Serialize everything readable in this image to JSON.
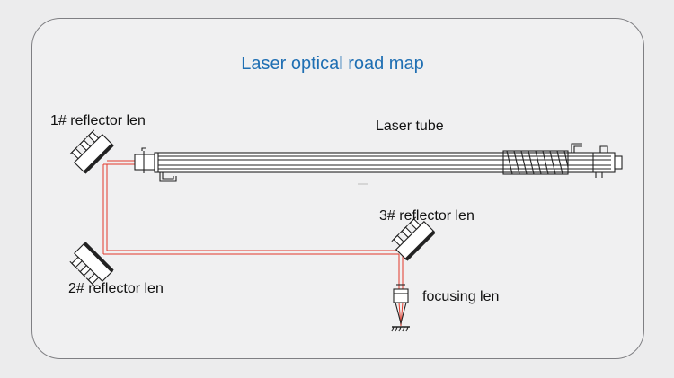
{
  "title": "Laser optical road map",
  "labels": {
    "laser_tube": "Laser tube",
    "reflector_1": "1# reflector len",
    "reflector_2": "2# reflector len",
    "reflector_3": "3# reflector len",
    "focusing": "focusing len"
  },
  "colors": {
    "background": "#ececed",
    "title": "#1f6fb3",
    "beam": "#e2392a",
    "outline": "#222222"
  }
}
